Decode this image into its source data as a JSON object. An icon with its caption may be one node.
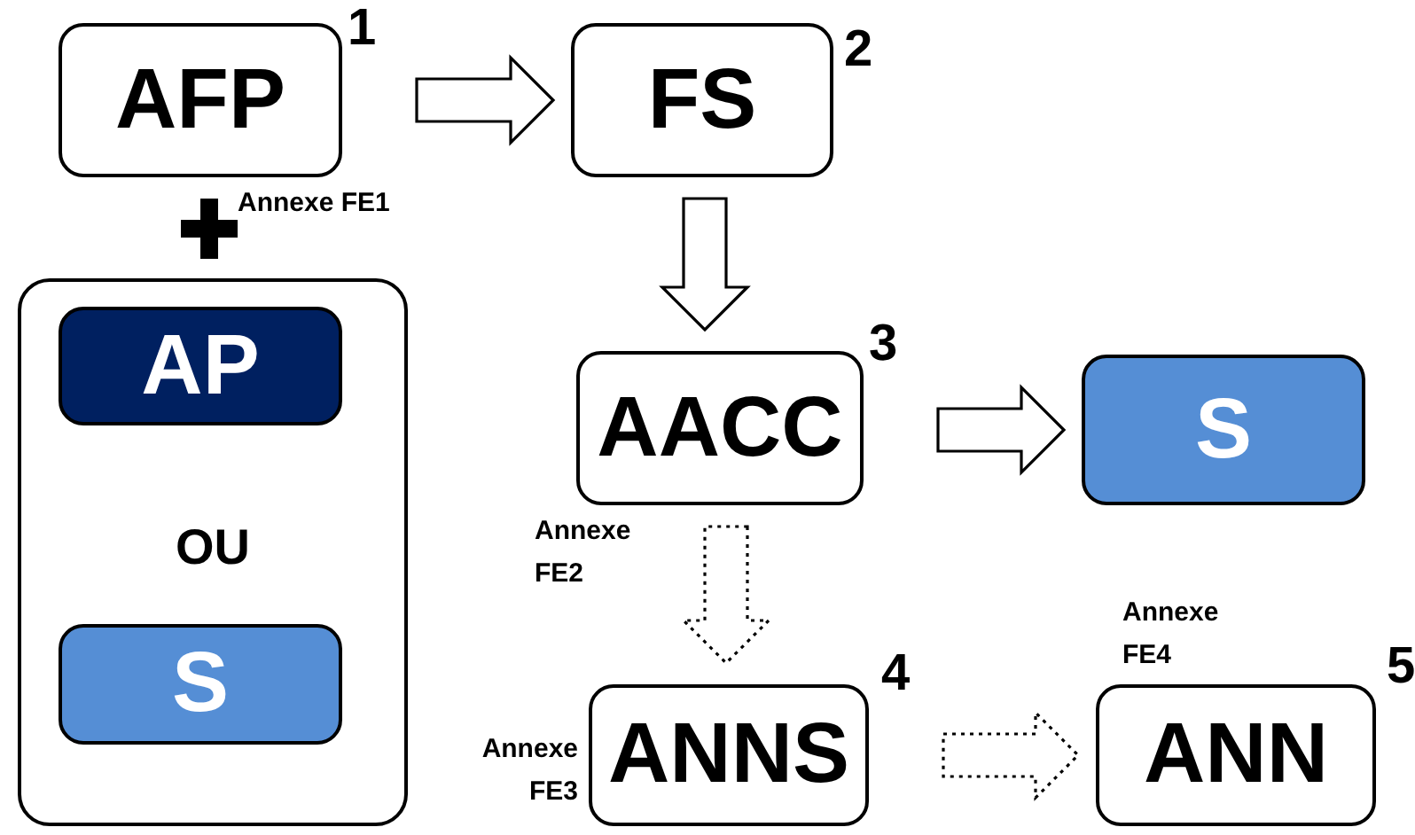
{
  "diagram": {
    "nodes": [
      {
        "text": [
          "AFP"
        ],
        "beside": [
          "1"
        ]
      },
      {
        "text": [
          "FS"
        ],
        "beside": [
          "2"
        ]
      },
      {
        "text": [
          "OU"
        ]
      },
      {
        "text": [
          "AP"
        ],
        "in": 2
      },
      {
        "text": [
          "S"
        ],
        "in": 2
      },
      {
        "text": [
          "AACC"
        ],
        "beside": [
          "3"
        ]
      },
      {
        "text": [
          "S"
        ]
      },
      {
        "text": [
          "ANNS"
        ],
        "beside": [
          "4",
          "Annexe FE3"
        ]
      },
      {
        "text": [
          "ANN"
        ],
        "beside": [
          "5",
          "Annexe FE4"
        ]
      }
    ],
    "edges": [
      {
        "from": 0,
        "to": 1,
        "arrow": "to"
      },
      {
        "from": 1,
        "to": 5,
        "arrow": "to"
      },
      {
        "from": 5,
        "to": 6,
        "arrow": "to"
      },
      {
        "from": 5,
        "to": 7,
        "arrow": "to",
        "style": "dashed",
        "label": "Annexe FE2"
      },
      {
        "from": 7,
        "to": 8,
        "arrow": "to",
        "style": "dashed"
      }
    ],
    "labels": [
      "Annexe FE1"
    ]
  }
}
